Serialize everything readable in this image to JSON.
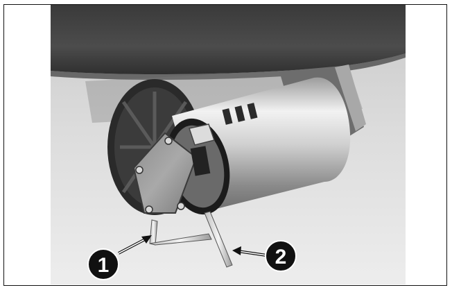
{
  "figure": {
    "callouts": [
      {
        "label": "1",
        "target": "hex-key-short-leg"
      },
      {
        "label": "2",
        "target": "hex-key-long-leg"
      }
    ]
  },
  "colors": {
    "frame": "#111111",
    "callout_fill": "#111111",
    "callout_text": "#ffffff"
  }
}
